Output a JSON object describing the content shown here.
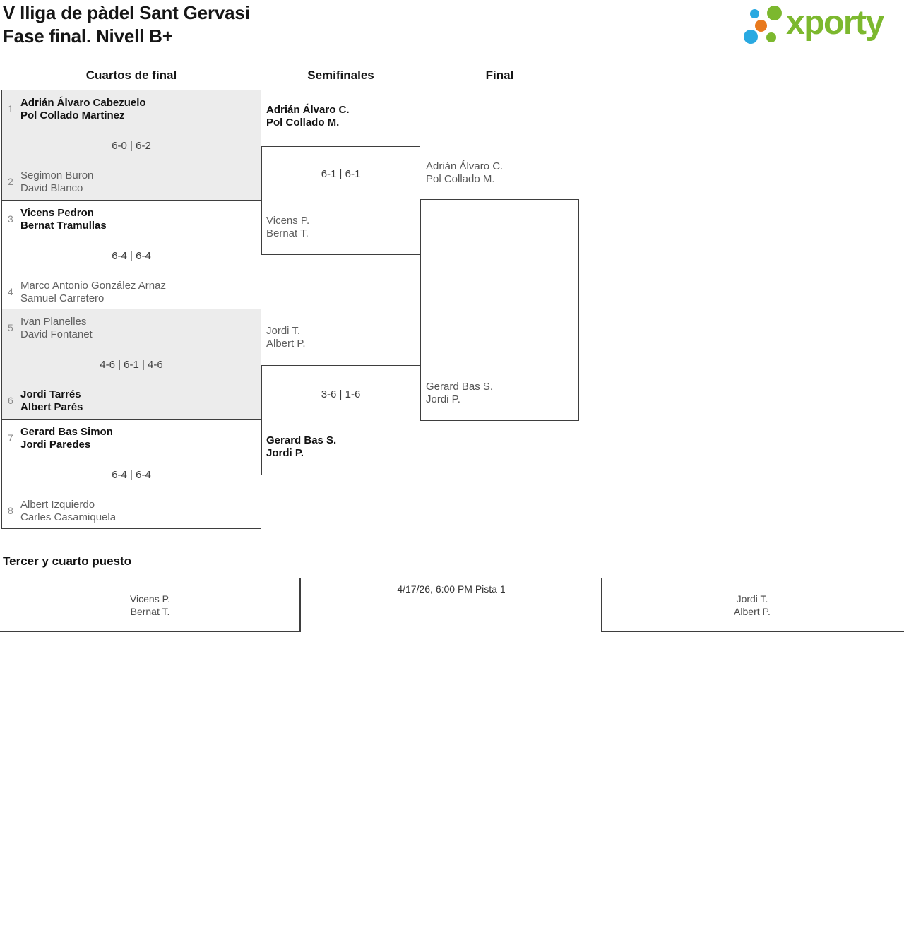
{
  "page": {
    "title_line1": "V lliga de pàdel Sant Gervasi",
    "title_line2": "Fase final. Nivell B+"
  },
  "logo": {
    "text": "xporty",
    "green": "#7cb82e",
    "blue": "#29a9e1",
    "orange": "#e8791d"
  },
  "columns": {
    "quarterfinals": "Cuartos de final",
    "semifinals": "Semifinales",
    "final": "Final"
  },
  "bracket": {
    "quarterfinals": [
      {
        "seed_top": "1",
        "team_top": [
          "Adrián Álvaro Cabezuelo",
          "Pol Collado Martinez"
        ],
        "top_winner": true,
        "score": "6-0 | 6-2",
        "seed_bottom": "2",
        "team_bottom": [
          "Segimon Buron",
          "David Blanco"
        ],
        "bottom_winner": false
      },
      {
        "seed_top": "3",
        "team_top": [
          "Vicens Pedron",
          "Bernat Tramullas"
        ],
        "top_winner": true,
        "score": "6-4 | 6-4",
        "seed_bottom": "4",
        "team_bottom": [
          "Marco Antonio González Arnaz",
          "Samuel Carretero"
        ],
        "bottom_winner": false
      },
      {
        "seed_top": "5",
        "team_top": [
          "Ivan Planelles",
          "David Fontanet"
        ],
        "top_winner": false,
        "score": "4-6 | 6-1 | 4-6",
        "seed_bottom": "6",
        "team_bottom": [
          "Jordi Tarrés",
          "Albert Parés"
        ],
        "bottom_winner": true
      },
      {
        "seed_top": "7",
        "team_top": [
          "Gerard Bas Simon",
          "Jordi Paredes"
        ],
        "top_winner": true,
        "score": "6-4 | 6-4",
        "seed_bottom": "8",
        "team_bottom": [
          "Albert Izquierdo",
          "Carles Casamiquela"
        ],
        "bottom_winner": false
      }
    ],
    "semifinals": [
      {
        "team_top": [
          "Adrián Álvaro C.",
          "Pol Collado M."
        ],
        "top_winner": true,
        "score": "6-1 | 6-1",
        "team_bottom": [
          "Vicens P.",
          "Bernat T."
        ],
        "bottom_winner": false
      },
      {
        "team_top": [
          "Jordi T.",
          "Albert P."
        ],
        "top_winner": false,
        "score": "3-6 | 1-6",
        "team_bottom": [
          "Gerard Bas S.",
          "Jordi P."
        ],
        "bottom_winner": true
      }
    ],
    "final": {
      "team_top": [
        "Adrián Álvaro C.",
        "Pol Collado M."
      ],
      "team_bottom": [
        "Gerard Bas S.",
        "Jordi P."
      ]
    }
  },
  "third_place": {
    "heading": "Tercer y cuarto puesto",
    "team_left": [
      "Vicens P.",
      "Bernat T."
    ],
    "schedule": "4/17/26, 6:00 PM Pista 1",
    "team_right": [
      "Jordi T.",
      "Albert P."
    ]
  }
}
